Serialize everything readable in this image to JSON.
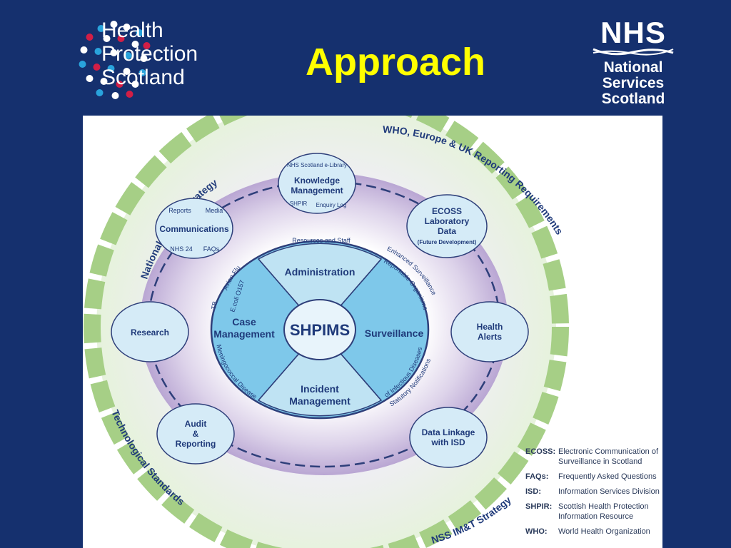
{
  "slide": {
    "title": "Approach",
    "brand_color": "#15306e",
    "title_color": "#ffff00",
    "left_logo": {
      "lines": [
        "Health",
        "Protection",
        "Scotland"
      ]
    },
    "right_logo": {
      "wordmark": "NHS",
      "lines": [
        "National",
        "Services",
        "Scotland"
      ]
    }
  },
  "diagram": {
    "outer_labels": {
      "top_left": "National eHealth Strategy",
      "top_right": "WHO, Europe & UK Reporting Requirements",
      "bottom_left": "Technological Standards",
      "bottom_right": "NSS IM&T Strategy"
    },
    "center": "SHPIMS",
    "quadrants": {
      "top": {
        "label": "Administration",
        "note": "Resources and Staff"
      },
      "left": {
        "label_lines": [
          "Case",
          "Management"
        ],
        "note_top_1": "Avian Flu",
        "note_top_2": "E.coli O157",
        "note_tb": "TB",
        "note_bottom": "Meningococcal Disease"
      },
      "right": {
        "label": "Surveillance",
        "note_top_1": "Enhanced Surveillance",
        "note_top_2": "Reportable Organisms",
        "note_bottom_1": "Statutory Notifications",
        "note_bottom_2": "of Infectious Diseases"
      },
      "bottom": {
        "label_lines": [
          "Incident",
          "Management"
        ]
      }
    },
    "satellites": {
      "knowledge": {
        "lines": [
          "Knowledge",
          "Management"
        ],
        "top": "NHS Scotland e-Library",
        "bottom_left": "SHPIR",
        "bottom_right": "Enquiry Log"
      },
      "communications": {
        "label": "Communications",
        "top_left": "Reports",
        "top_right": "Media",
        "bottom_left": "NHS 24",
        "bottom_right": "FAQs"
      },
      "ecoss": {
        "lines": [
          "ECOSS",
          "Laboratory",
          "Data"
        ],
        "note": "(Future Development)"
      },
      "research": {
        "label": "Research"
      },
      "alerts": {
        "lines": [
          "Health",
          "Alerts"
        ]
      },
      "audit": {
        "lines": [
          "Audit",
          "&",
          "Reporting"
        ]
      },
      "linkage": {
        "lines": [
          "Data Linkage",
          "with ISD"
        ]
      }
    },
    "legend": [
      {
        "term": "ECOSS:",
        "definition": "Electronic Communication of Surveillance in Scotland"
      },
      {
        "term": "FAQs:",
        "definition": "Frequently Asked Questions"
      },
      {
        "term": "ISD:",
        "definition": "Information Services Division"
      },
      {
        "term": "SHPIR:",
        "definition": "Scottish Health Protection Information Resource"
      },
      {
        "term": "WHO:",
        "definition": "World Health Organization"
      }
    ]
  }
}
